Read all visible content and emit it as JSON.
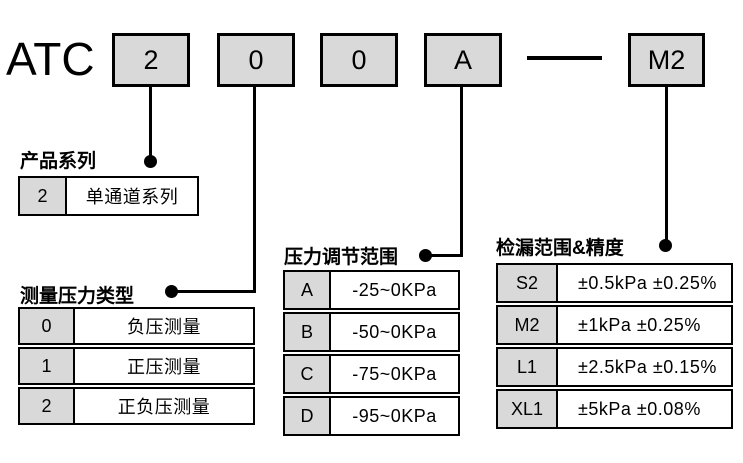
{
  "model_code": {
    "prefix": "ATC",
    "segments": [
      "2",
      "0",
      "0",
      "A"
    ],
    "separator": "—",
    "suffix": "M2"
  },
  "colors": {
    "box_fill": "#d9d9d9",
    "border": "#000000",
    "background": "#ffffff"
  },
  "sections": {
    "product_series": {
      "title": "产品系列",
      "rows": [
        {
          "code": "2",
          "value": "单通道系列"
        }
      ]
    },
    "pressure_type": {
      "title": "测量压力类型",
      "rows": [
        {
          "code": "0",
          "value": "负压测量"
        },
        {
          "code": "1",
          "value": "正压测量"
        },
        {
          "code": "2",
          "value": "正负压测量"
        }
      ]
    },
    "adjust_range": {
      "title": "压力调节范围",
      "rows": [
        {
          "code": "A",
          "value": "-25~0KPa"
        },
        {
          "code": "B",
          "value": "-50~0KPa"
        },
        {
          "code": "C",
          "value": "-75~0KPa"
        },
        {
          "code": "D",
          "value": "-95~0KPa"
        }
      ]
    },
    "leak_range": {
      "title": "检漏范围&精度",
      "rows": [
        {
          "code": "S2",
          "value": "±0.5kPa ±0.25%"
        },
        {
          "code": "M2",
          "value": "±1kPa ±0.25%"
        },
        {
          "code": "L1",
          "value": "±2.5kPa ±0.15%"
        },
        {
          "code": "XL1",
          "value": "±5kPa ±0.08%"
        }
      ]
    }
  }
}
